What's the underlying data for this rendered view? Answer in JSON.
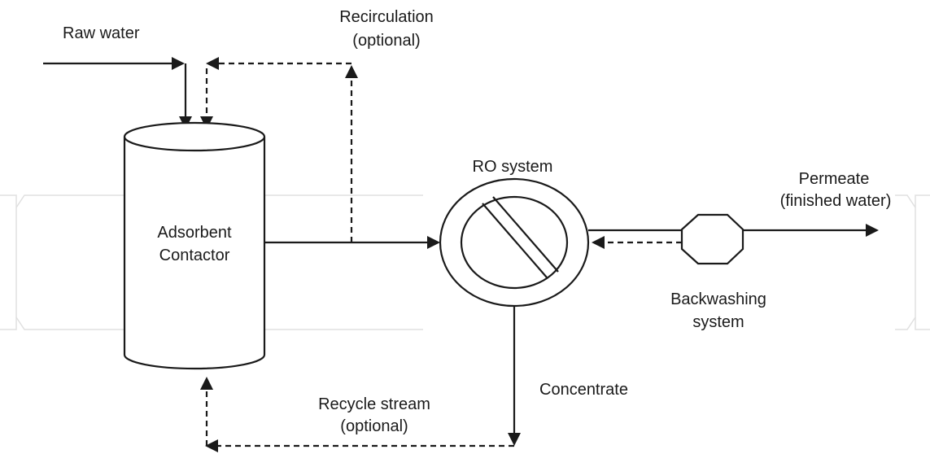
{
  "labels": {
    "raw_water": "Raw water",
    "recirculation_line1": "Recirculation",
    "recirculation_line2": "(optional)",
    "contactor_line1": "Adsorbent",
    "contactor_line2": "Contactor",
    "ro_system": "RO system",
    "permeate_line1": "Permeate",
    "permeate_line2": "(finished water)",
    "backwashing_line1": "Backwashing",
    "backwashing_line2": "system",
    "concentrate": "Concentrate",
    "recycle_line1": "Recycle stream",
    "recycle_line2": "(optional)"
  },
  "colors": {
    "line": "#1a1a1a",
    "background": "#ffffff",
    "watermark": "#e0e0e0"
  }
}
